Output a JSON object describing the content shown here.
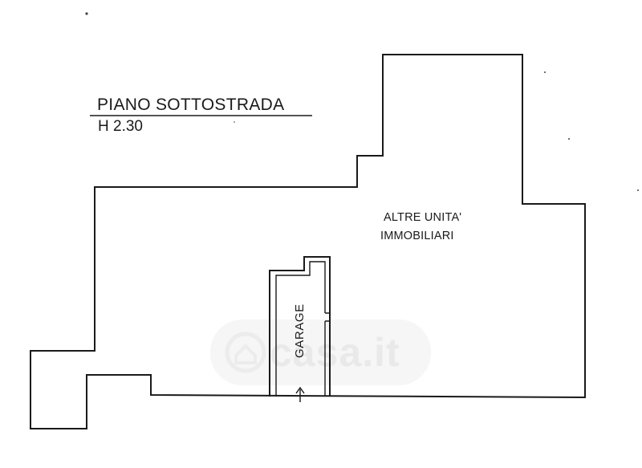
{
  "title": {
    "level": "PIANO SOTTOSTRADA",
    "height": "H 2.30"
  },
  "rooms": {
    "other_units_line1": "ALTRE UNITA'",
    "other_units_line2": "IMMOBILIARI",
    "garage": "GARAGE"
  },
  "watermark": {
    "text": "casa.it"
  },
  "colors": {
    "line": "#1a1a1a",
    "background": "#ffffff",
    "watermark": "#e9e9e9"
  }
}
